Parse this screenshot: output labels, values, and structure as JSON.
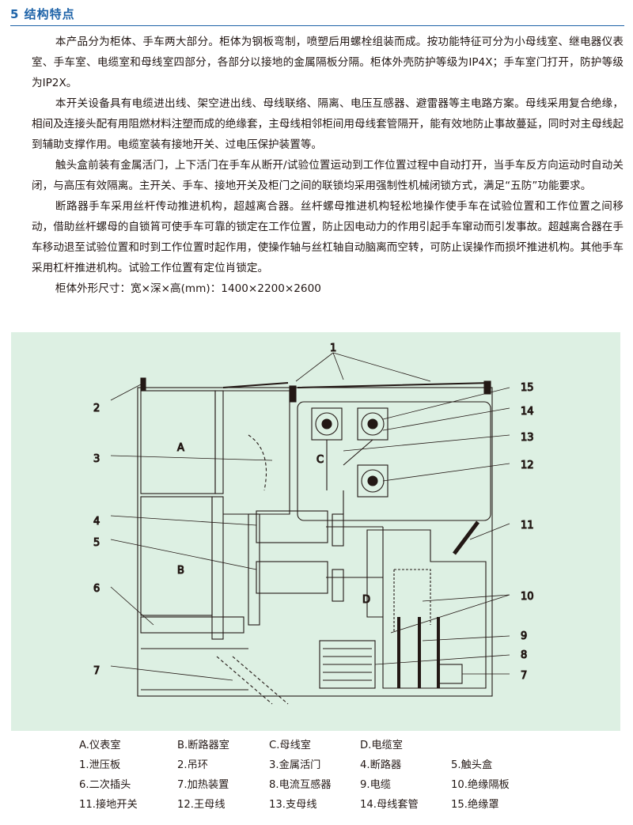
{
  "header": {
    "title": "5 结构特点"
  },
  "paragraphs": [
    "本产品分为柜体、手车两大部分。柜体为钢板弯制，喷塑后用螺栓组装而成。按功能特征可分为小母线室、继电器仪表室、手车室、电缆室和母线室四部分，各部分以接地的金属隔板分隔。柜体外壳防护等级为IP4X；手车室门打开，防护等级为IP2X。",
    "本开关设备具有电缆进出线、架空进出线、母线联络、隔离、电压互感器、避雷器等主电路方案。母线采用复合绝缘，相间及连接头配有用阻燃材料注塑而成的绝缘套，主母线相邻柜间用母线套管隔开，能有效地防止事故蔓延，同时对主母线起到辅助支撑作用。电缆室装有接地开关、过电压保护装置等。",
    "触头盒前装有金属活门，上下活门在手车从断开/试验位置运动到工作位置过程中自动打开，当手车反方向运动时自动关闭，与高压有效隔离。主开关、手车、接地开关及柜门之间的联锁均采用强制性机械闭锁方式，满足“五防”功能要求。",
    "断路器手车采用丝杆传动推进机构，超越离合器。丝杆螺母推进机构轻松地操作使手车在试验位置和工作位置之间移动，借助丝杆螺母的自锁筲可使手车可靠的锁定在工作位置，防止因电动力的作用引起手车窜动而引发事故。超越离合器在手车移动退至试验位置和时到工作位置时起作用，使操作轴与丝杠轴自动脑离而空转，可防止误操作而损坏推进机构。其他手车采用杠杆推进机构。试验工作位置有定位肖锁定。",
    "柜体外形尺寸：宽×深×高(mm)：1400×2200×2600"
  ],
  "figure": {
    "compartment_labels": [
      "A",
      "B",
      "C",
      "D"
    ],
    "callouts_left": [
      "2",
      "3",
      "4",
      "5",
      "6",
      "7"
    ],
    "callouts_right": [
      "15",
      "14",
      "13",
      "12",
      "11",
      "10",
      "9",
      "8",
      "7"
    ],
    "callout_top": "1"
  },
  "legend": [
    [
      "A.仪表室",
      "B.断路器室",
      "C.母线室",
      "D.电缆室"
    ],
    [
      "1.泄压板",
      "2.吊环",
      "3.金属活门",
      "4.断路器",
      "5.触头盒"
    ],
    [
      "6.二次插头",
      "7.加热装置",
      "8.电流互感器",
      "9.电缆",
      "10.绝缘隔板"
    ],
    [
      "11.接地开关",
      "12.王母线",
      "13.支母线",
      "14.母线套管",
      "15.绝缘罩"
    ]
  ],
  "colors": {
    "accent": "#1e63a8",
    "figure_bg": "#ddf0e3",
    "line": "#231815"
  }
}
